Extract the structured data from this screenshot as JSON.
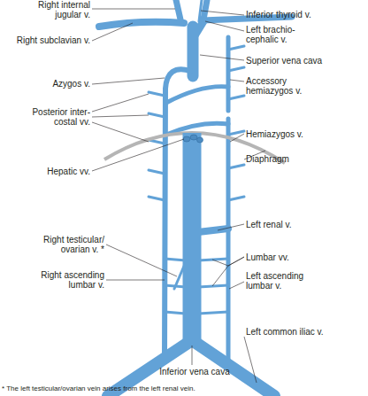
{
  "diagram": {
    "labels": [
      "Right internal jugular v.",
      "Inferior thyroid v.",
      "Right subclavian v.",
      "Left brachio-cephalic v.",
      "Superior vena cava",
      "Azygos v.",
      "Accessory hemiazygos v.",
      "Posterior inter-costal vv.",
      "Hemiazygos v.",
      "Hepatic vv.",
      "Diaphragm",
      "Left renal v.",
      "Right testicular/ ovarian v. *",
      "Lumbar vv.",
      "Right ascending lumbar v.",
      "Left ascending lumbar v.",
      "Left common iliac v.",
      "Inferior vena cava",
      "* The left testicular/ovarian vein arises from the left renal vein."
    ]
  }
}
